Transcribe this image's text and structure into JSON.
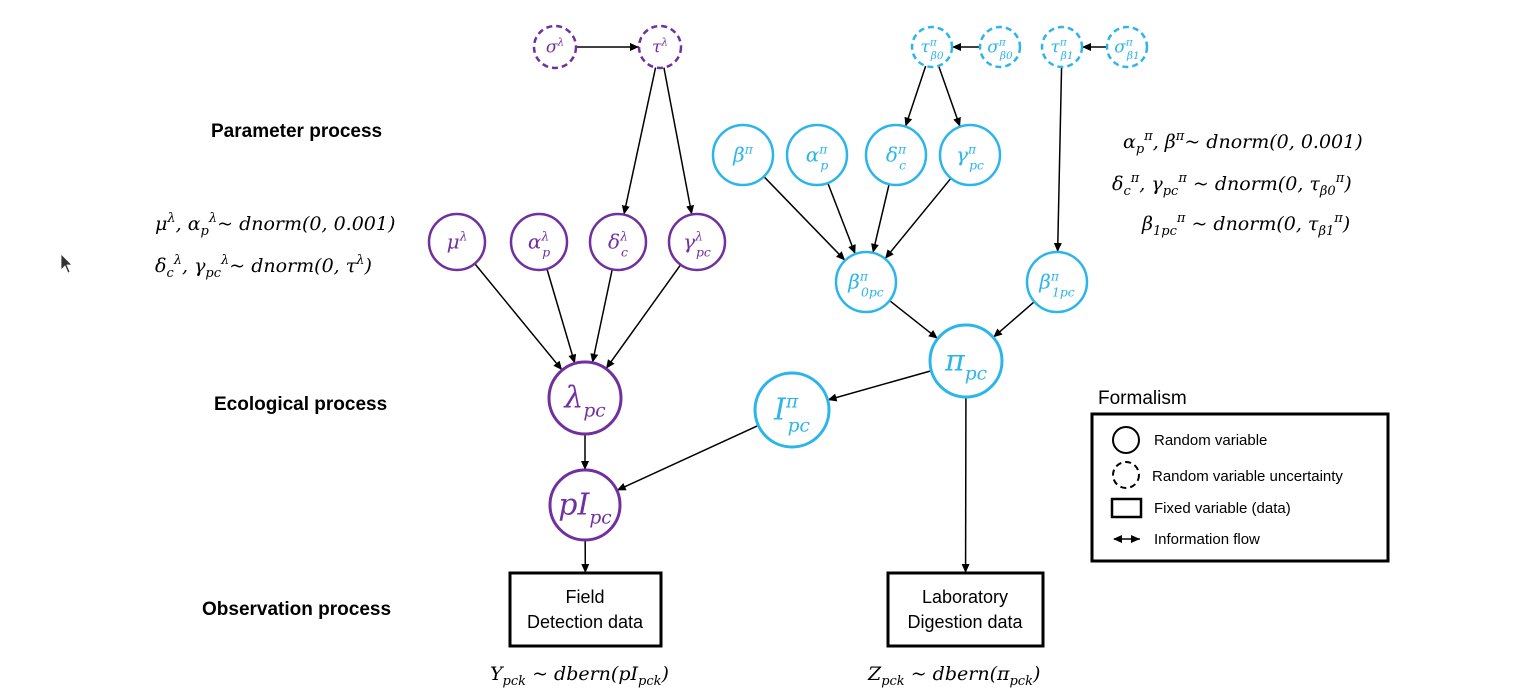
{
  "sections": {
    "parameter": "Parameter process",
    "ecological": "Ecological process",
    "observation": "Observation process"
  },
  "colors": {
    "purple": "#7030A0",
    "blue": "#2BB5EA",
    "black": "#000000"
  },
  "nodes": [
    {
      "id": "sigma_lambda",
      "label": "σλ",
      "style": "dashed",
      "color": "purple"
    },
    {
      "id": "tau_lambda",
      "label": "τλ",
      "style": "dashed",
      "color": "purple"
    },
    {
      "id": "mu_lambda",
      "label": "μλ",
      "style": "solid",
      "color": "purple"
    },
    {
      "id": "alpha_lambda",
      "label": "αpλ",
      "style": "solid",
      "color": "purple"
    },
    {
      "id": "delta_lambda",
      "label": "δcλ",
      "style": "solid",
      "color": "purple"
    },
    {
      "id": "gamma_lambda",
      "label": "γpcλ",
      "style": "solid",
      "color": "purple"
    },
    {
      "id": "lambda_pc",
      "label": "λpc",
      "style": "solid",
      "color": "purple"
    },
    {
      "id": "pI_pc",
      "label": "pIpc",
      "style": "solid",
      "color": "purple"
    },
    {
      "id": "tau_b0",
      "label": "τβ0π",
      "style": "dashed",
      "color": "blue"
    },
    {
      "id": "sigma_b0",
      "label": "σβ0π",
      "style": "dashed",
      "color": "blue"
    },
    {
      "id": "tau_b1",
      "label": "τβ1π",
      "style": "dashed",
      "color": "blue"
    },
    {
      "id": "sigma_b1",
      "label": "σβ1π",
      "style": "dashed",
      "color": "blue"
    },
    {
      "id": "beta_pi",
      "label": "βπ",
      "style": "solid",
      "color": "blue"
    },
    {
      "id": "alpha_pi",
      "label": "αpπ",
      "style": "solid",
      "color": "blue"
    },
    {
      "id": "delta_pi",
      "label": "δcπ",
      "style": "solid",
      "color": "blue"
    },
    {
      "id": "gamma_pi",
      "label": "γpcπ",
      "style": "solid",
      "color": "blue"
    },
    {
      "id": "beta0_pc",
      "label": "β0pcπ",
      "style": "solid",
      "color": "blue"
    },
    {
      "id": "beta1_pc",
      "label": "β1pcπ",
      "style": "solid",
      "color": "blue"
    },
    {
      "id": "pi_pc",
      "label": "πpc",
      "style": "solid",
      "color": "blue"
    },
    {
      "id": "I_pc",
      "label": "Ipcπ",
      "style": "solid",
      "color": "blue"
    }
  ],
  "edges": [
    [
      "sigma_lambda",
      "tau_lambda"
    ],
    [
      "tau_lambda",
      "delta_lambda"
    ],
    [
      "tau_lambda",
      "gamma_lambda"
    ],
    [
      "mu_lambda",
      "lambda_pc"
    ],
    [
      "alpha_lambda",
      "lambda_pc"
    ],
    [
      "delta_lambda",
      "lambda_pc"
    ],
    [
      "gamma_lambda",
      "lambda_pc"
    ],
    [
      "lambda_pc",
      "pI_pc"
    ],
    [
      "I_pc",
      "pI_pc"
    ],
    [
      "pI_pc",
      "field_box"
    ],
    [
      "sigma_b0",
      "tau_b0"
    ],
    [
      "sigma_b1",
      "tau_b1"
    ],
    [
      "tau_b0",
      "delta_pi"
    ],
    [
      "tau_b0",
      "gamma_pi"
    ],
    [
      "tau_b1",
      "beta1_pc"
    ],
    [
      "beta_pi",
      "beta0_pc"
    ],
    [
      "alpha_pi",
      "beta0_pc"
    ],
    [
      "delta_pi",
      "beta0_pc"
    ],
    [
      "gamma_pi",
      "beta0_pc"
    ],
    [
      "beta0_pc",
      "pi_pc"
    ],
    [
      "beta1_pc",
      "pi_pc"
    ],
    [
      "pi_pc",
      "I_pc"
    ],
    [
      "pi_pc",
      "lab_box"
    ]
  ],
  "boxes": {
    "field": {
      "line1": "Field",
      "line2": "Detection data"
    },
    "lab": {
      "line1": "Laboratory",
      "line2": "Digestion data"
    }
  },
  "equations": {
    "lambda_1": "μλ, αpλ ~ dnorm(0, 0.001)",
    "lambda_2": "δcλ, γpcλ ~ dnorm(0, τλ)",
    "pi_1": "αpπ, βπ ~ dnorm(0, 0.001)",
    "pi_2": "δcπ, γpcπ ~ dnorm(0, τβ0π)",
    "pi_3": "β1pcπ ~ dnorm(0, τβ1π)",
    "obs_field": "Ypck ~ dbern(pIpck)",
    "obs_lab": "Zpck ~ dbern(πpck)"
  },
  "legend": {
    "title": "Formalism",
    "items": [
      {
        "icon": "solid-circle-icon",
        "label": "Random variable"
      },
      {
        "icon": "dashed-circle-icon",
        "label": "Random variable uncertainty"
      },
      {
        "icon": "rectangle-icon",
        "label": "Fixed variable (data)"
      },
      {
        "icon": "double-arrow-icon",
        "label": "Information flow"
      }
    ]
  }
}
